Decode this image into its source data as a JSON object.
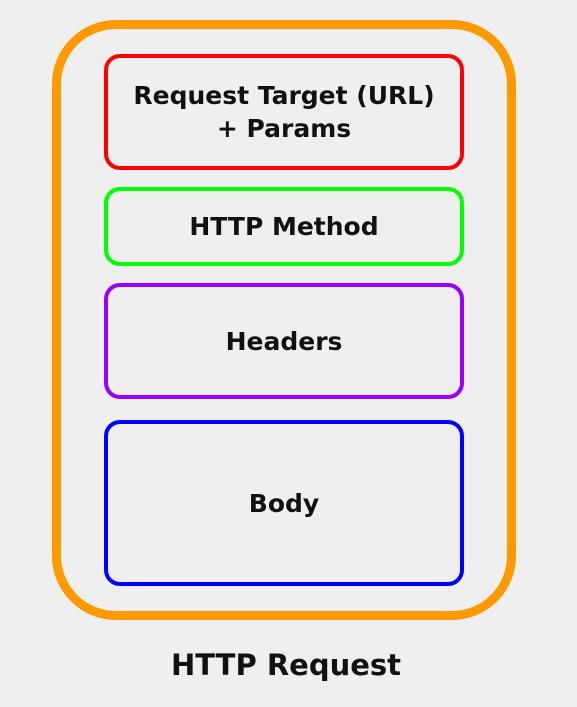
{
  "diagram": {
    "caption": "HTTP Request",
    "container_color": "#ff9900",
    "parts": [
      {
        "id": "request-target",
        "lines": [
          "Request Target (URL)",
          "+ Params"
        ],
        "color": "#ff0000"
      },
      {
        "id": "http-method",
        "lines": [
          "HTTP Method"
        ],
        "color": "#00ff00"
      },
      {
        "id": "headers",
        "lines": [
          "Headers"
        ],
        "color": "#9900ff"
      },
      {
        "id": "body",
        "lines": [
          "Body"
        ],
        "color": "#0000ff"
      }
    ]
  }
}
